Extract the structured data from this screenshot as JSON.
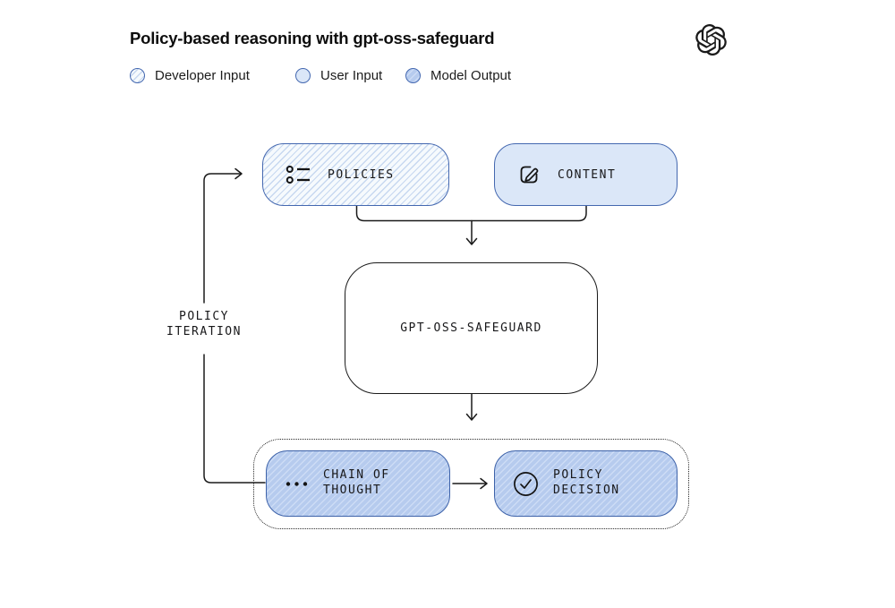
{
  "header": {
    "title": "Policy-based reasoning with gpt-oss-safeguard",
    "logo_name": "openai-logo"
  },
  "legend": [
    {
      "label": "Developer Input",
      "style": "hatched-light-blue"
    },
    {
      "label": "User Input",
      "style": "solid-light-blue"
    },
    {
      "label": "Model Output",
      "style": "hatched-blue"
    }
  ],
  "diagram": {
    "policies": {
      "label": "POLICIES",
      "icon": "list-icon",
      "style": "developer-input"
    },
    "content": {
      "label": "CONTENT",
      "icon": "edit-icon",
      "style": "user-input"
    },
    "model": {
      "label": "GPT-OSS-SAFEGUARD"
    },
    "chain_of_thought": {
      "label": "CHAIN OF\nTHOUGHT",
      "icon": "ellipsis-icon",
      "style": "model-output"
    },
    "policy_decision": {
      "label": "POLICY\nDECISION",
      "icon": "check-circle-icon",
      "style": "model-output"
    },
    "loop_label": "POLICY\nITERATION"
  },
  "colors": {
    "accent_blue_border": "#4468b0",
    "user_input_fill": "#dbe7f8",
    "developer_input_fill": "#f6fafd",
    "developer_input_hatch": "#c7d8f0",
    "model_output_fill": "#b6cbee",
    "model_output_hatch": "#cddcf5",
    "line_black": "#1a1a1a",
    "background": "#ffffff"
  }
}
